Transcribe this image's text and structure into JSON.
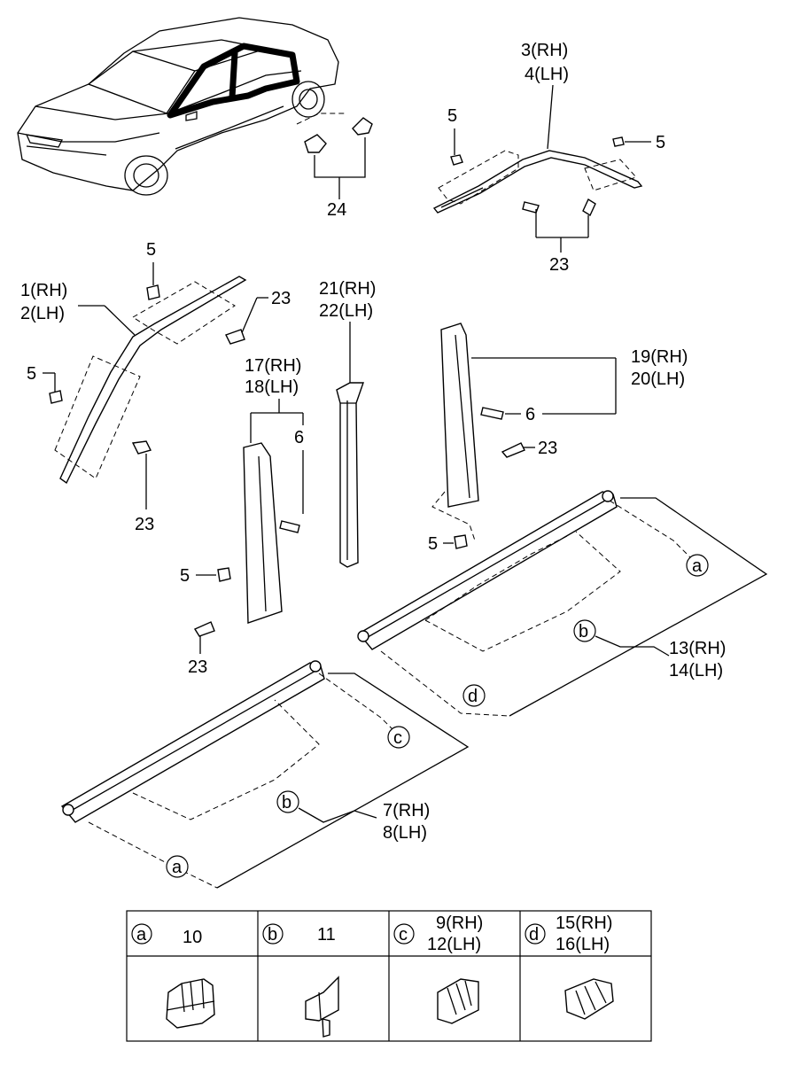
{
  "callouts": {
    "c24": "24",
    "c3": "3(RH)",
    "c4": "4(LH)",
    "c5_top_left": "5",
    "c5_top_right": "5",
    "c23_top": "23",
    "c5_mid": "5",
    "c1": "1(RH)",
    "c2": "2(LH)",
    "c23_mid": "23",
    "c5_left": "5",
    "c23_left": "23",
    "c21": "21(RH)",
    "c22": "22(LH)",
    "c17": "17(RH)",
    "c18": "18(LH)",
    "c6_mid": "6",
    "c19": "19(RH)",
    "c20": "20(LH)",
    "c6_right": "6",
    "c23_right": "23",
    "c5_right_low": "5",
    "c5_center_low": "5",
    "c23_center_low": "23",
    "c13": "13(RH)",
    "c14": "14(LH)",
    "c7": "7(RH)",
    "c8": "8(LH)",
    "letter_a_upper": "a",
    "letter_b_upper": "b",
    "letter_d_upper": "d",
    "letter_c_lower": "c",
    "letter_b_lower": "b",
    "letter_a_lower": "a"
  },
  "legend_table": {
    "columns": [
      {
        "letter": "a",
        "part": "10",
        "part2": ""
      },
      {
        "letter": "b",
        "part": "11",
        "part2": ""
      },
      {
        "letter": "c",
        "part": "9(RH)",
        "part2": "12(LH)"
      },
      {
        "letter": "d",
        "part": "15(RH)",
        "part2": "16(LH)"
      }
    ]
  }
}
